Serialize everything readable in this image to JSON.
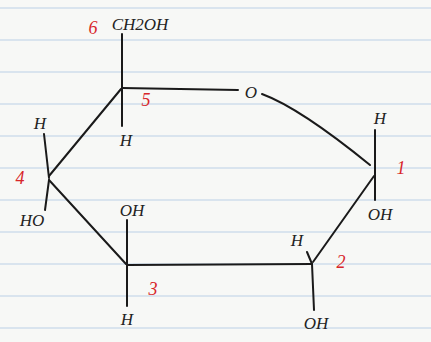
{
  "diagram": {
    "labels": [
      "6",
      "CH2OH",
      "5",
      "H",
      "O",
      "H",
      "1",
      "OH",
      "H",
      "4",
      "HO",
      "OH",
      "3",
      "H",
      "H",
      "2",
      "OH"
    ]
  }
}
